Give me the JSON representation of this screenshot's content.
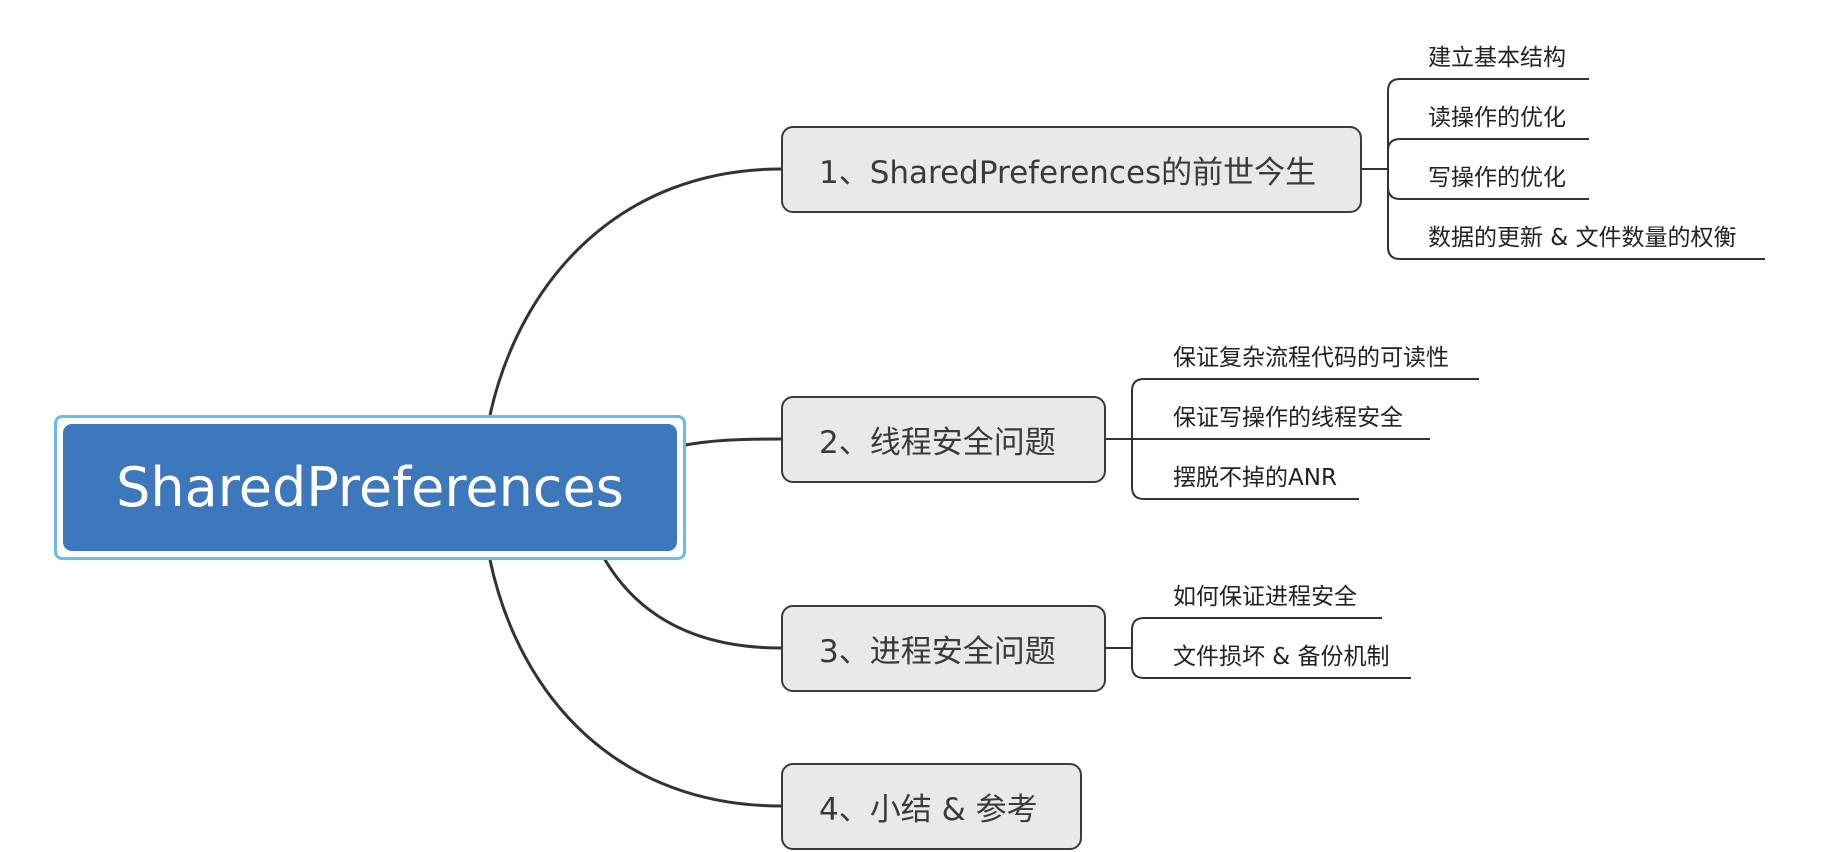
{
  "root": {
    "label": "SharedPreferences"
  },
  "topics": [
    {
      "label": "1、SharedPreferences的前世今生",
      "subtopics": [
        "建立基本结构",
        "读操作的优化",
        "写操作的优化",
        "数据的更新 & 文件数量的权衡"
      ]
    },
    {
      "label": "2、线程安全问题",
      "subtopics": [
        "保证复杂流程代码的可读性",
        "保证写操作的线程安全",
        "摆脱不掉的ANR"
      ]
    },
    {
      "label": "3、进程安全问题",
      "subtopics": [
        "如何保证进程安全",
        "文件损坏 & 备份机制"
      ]
    },
    {
      "label": "4、小结 & 参考",
      "subtopics": []
    }
  ],
  "colors": {
    "root_fill": "#3d78bd",
    "root_selection_border": "#6fb8ee",
    "topic_fill": "#e9e9e9",
    "line": "#333333"
  }
}
